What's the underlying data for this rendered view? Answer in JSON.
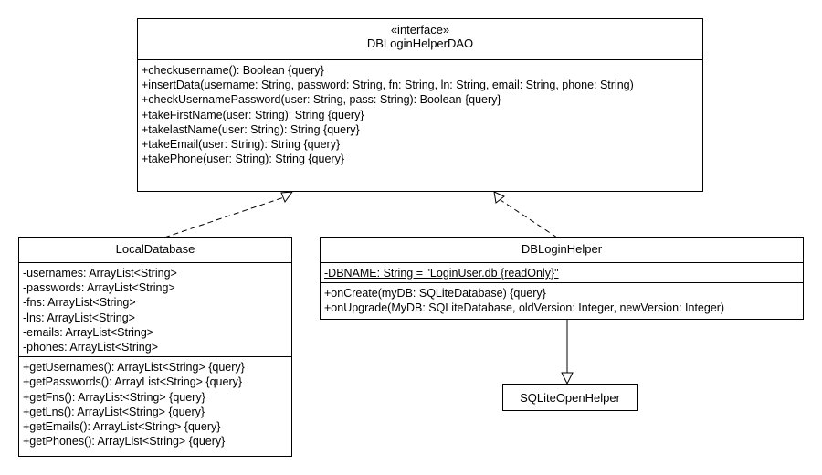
{
  "diagram": {
    "dao": {
      "stereotype": "«interface»",
      "name": "DBLoginHelperDAO",
      "operations": [
        "+checkusername(): Boolean {query}",
        "+insertData(username: String, password: String, fn: String, ln: String, email: String, phone: String)",
        "+checkUsernamePassword(user: String, pass: String): Boolean {query}",
        "+takeFirstName(user: String): String {query}",
        "+takelastName(user: String): String {query}",
        "+takeEmail(user: String): String {query}",
        "+takePhone(user: String): String {query}"
      ]
    },
    "local_database": {
      "name": "LocalDatabase",
      "attributes": [
        "-usernames: ArrayList<String>",
        "-passwords: ArrayList<String>",
        "-fns: ArrayList<String>",
        "-lns: ArrayList<String>",
        "-emails: ArrayList<String>",
        "-phones: ArrayList<String>"
      ],
      "operations": [
        "+getUsernames(): ArrayList<String> {query}",
        "+getPasswords(): ArrayList<String> {query}",
        "+getFns(): ArrayList<String> {query}",
        "+getLns(): ArrayList<String> {query}",
        "+getEmails(): ArrayList<String> {query}",
        "+getPhones(): ArrayList<String> {query}"
      ]
    },
    "db_login_helper": {
      "name": "DBLoginHelper",
      "attributes": [
        "-DBNAME: String = \"LoginUser.db {readOnly}\""
      ],
      "operations": [
        "+onCreate(myDB: SQLiteDatabase) {query}",
        "+onUpgrade(MyDB: SQLiteDatabase, oldVersion: Integer, newVersion: Integer)"
      ]
    },
    "sqlite_open_helper": {
      "name": "SQLiteOpenHelper"
    }
  }
}
